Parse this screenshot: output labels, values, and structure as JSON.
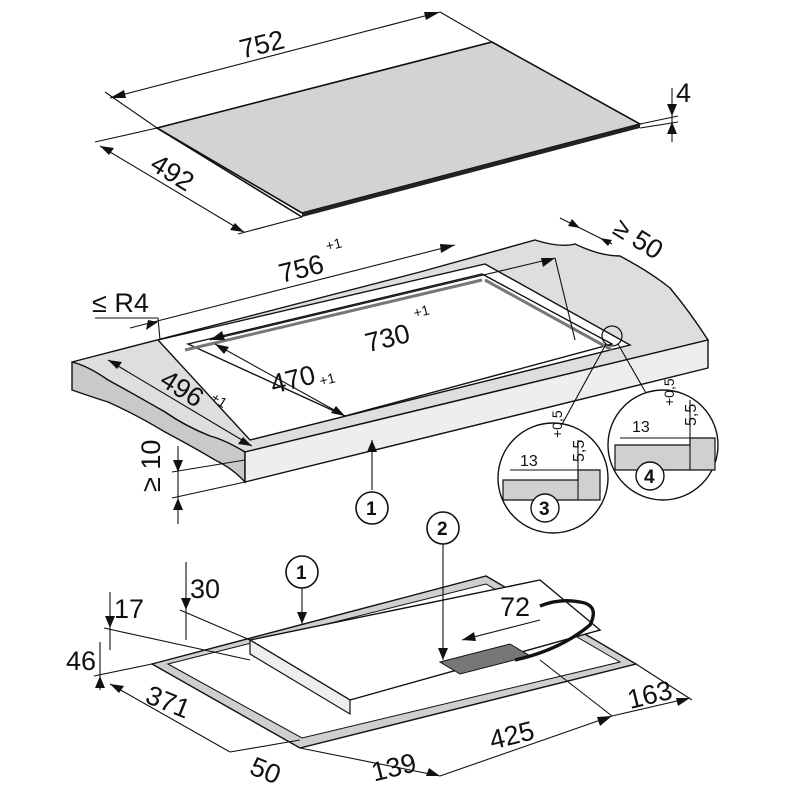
{
  "dimensions": {
    "glass_width": "752",
    "glass_depth": "492",
    "glass_thickness": "4",
    "cutout_outer_width": "756",
    "cutout_outer_width_tol": "+1",
    "edge_clearance": "≥ 50",
    "corner_radius": "≤ R4",
    "cutout_inner_width": "730",
    "cutout_inner_width_tol": "+1",
    "cutout_inner_depth": "470",
    "cutout_inner_depth_tol": "+1",
    "cutout_outer_depth": "496",
    "cutout_outer_depth_tol": "+1",
    "worktop_thickness": "≥ 10",
    "rebate_width_a": "13",
    "rebate_depth_a": "5,5",
    "rebate_tol_a": "+0,5",
    "rebate_width_b": "13",
    "rebate_depth_b": "5,5",
    "rebate_tol_b": "+0,5",
    "base_height_30": "30",
    "base_height_17": "17",
    "base_height_46": "46",
    "cable_offset": "72",
    "depth_371": "371",
    "offset_50": "50",
    "offset_139": "139",
    "width_425": "425",
    "width_163": "163"
  },
  "callouts": {
    "c1_top": "1",
    "c3": "3",
    "c4": "4",
    "c1_bottom": "1",
    "c2": "2"
  }
}
